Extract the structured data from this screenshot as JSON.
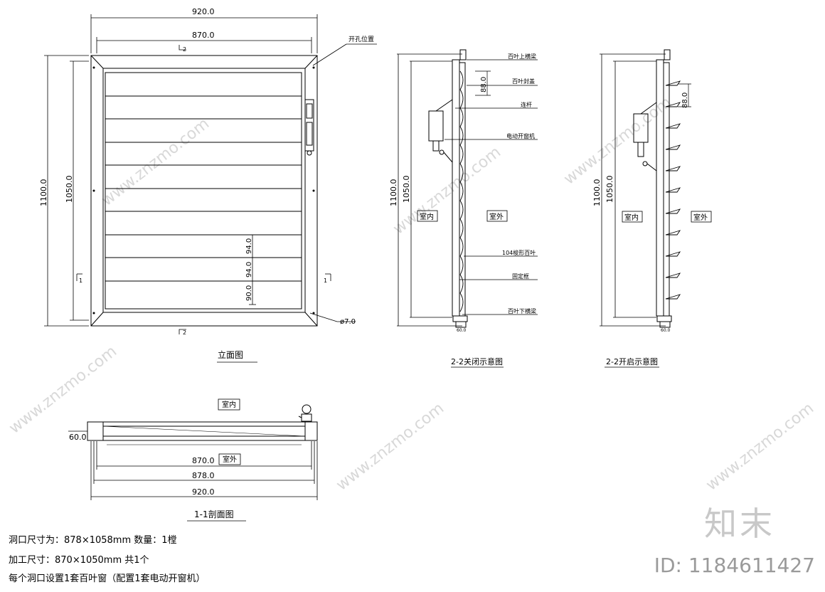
{
  "elevation": {
    "dim_overall_w": "920.0",
    "dim_frame_w": "870.0",
    "dim_overall_h": "1100.0",
    "dim_frame_h": "1050.0",
    "dim_blade_a": "94.0",
    "dim_blade_b": "94.0",
    "dim_blade_c": "90.0",
    "hole_label": "开孔位置",
    "hole_dia": "ø7.0",
    "sec_mark_2": "2",
    "sec_mark_1": "1",
    "title": "立面图"
  },
  "closed_view": {
    "dim_h1": "1100.0",
    "dim_h2": "1050.0",
    "dim_88": "88.0",
    "dim_60": "60.0",
    "indoor": "室内",
    "outdoor": "室外",
    "callouts": [
      "百叶上横梁",
      "百叶封盖",
      "连杆",
      "电动开窗机",
      "104梭形百叶",
      "固定框",
      "百叶下横梁"
    ],
    "title": "2-2关闭示意图"
  },
  "open_view": {
    "dim_h1": "1100.0",
    "dim_h2": "1050.0",
    "dim_88": "88.0",
    "dim_60": "60.0",
    "indoor": "室内",
    "outdoor": "室外",
    "title": "2-2开启示意图"
  },
  "section": {
    "indoor": "室内",
    "outdoor": "室外",
    "dim_60": "60.0",
    "dim_870": "870.0",
    "dim_878": "878.0",
    "dim_920": "920.0",
    "title": "1-1剖面图"
  },
  "notes": [
    "洞口尺寸为：878×1058mm  数量：1樘",
    "加工尺寸：870×1050mm  共1个",
    "每个洞口设置1套百叶窗（配置1套电动开窗机）"
  ],
  "watermark": {
    "site": "www.znzmo.com",
    "brand": "知末",
    "id": "ID: 1184611427"
  }
}
